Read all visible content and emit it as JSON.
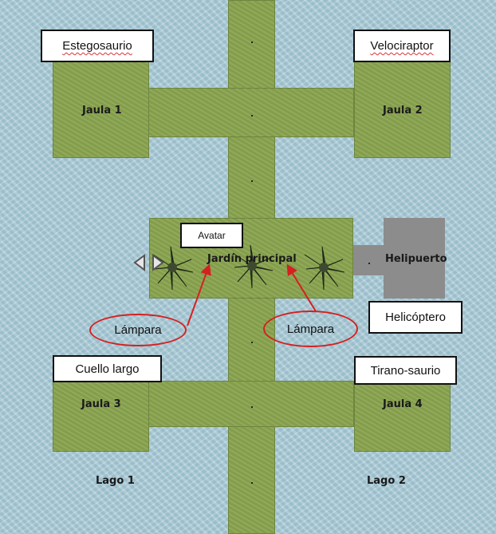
{
  "cages": {
    "cage1": "Jaula 1",
    "cage2": "Jaula 2",
    "cage3": "Jaula 3",
    "cage4": "Jaula 4"
  },
  "dinosaurs": {
    "stegosaurus": "Estegosaurio",
    "velociraptor": "Velociraptor",
    "long_neck": "Cuello largo",
    "tyrannosaurus": "Tirano-saurio"
  },
  "garden": {
    "title": "Jardín principal",
    "avatar": "Avatar"
  },
  "heliport": {
    "title": "Helipuerto",
    "helicopter": "Helicóptero"
  },
  "lamps": {
    "left": "Lámpara",
    "right": "Lámpara"
  },
  "lakes": {
    "lake1": "Lago 1",
    "lake2": "Lago 2"
  },
  "colors": {
    "grass": "#8aa550",
    "water": "#a8c8d4",
    "heliport": "#8c8c8c",
    "annotation": "#d62020"
  }
}
